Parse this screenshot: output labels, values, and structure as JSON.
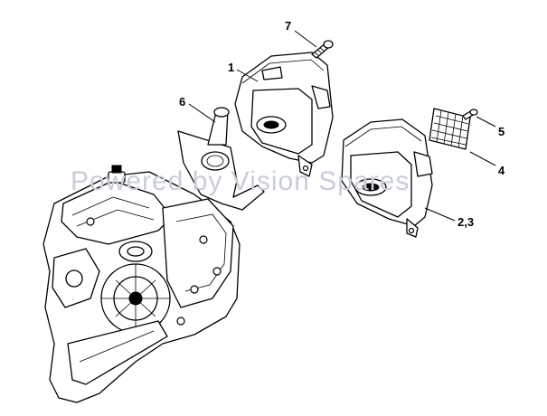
{
  "diagram": {
    "watermark": "Powered by Vision Spares",
    "callouts": {
      "c1": "1",
      "c23": "2,3",
      "c4": "4",
      "c5": "5",
      "c6": "6",
      "c7": "7"
    }
  }
}
